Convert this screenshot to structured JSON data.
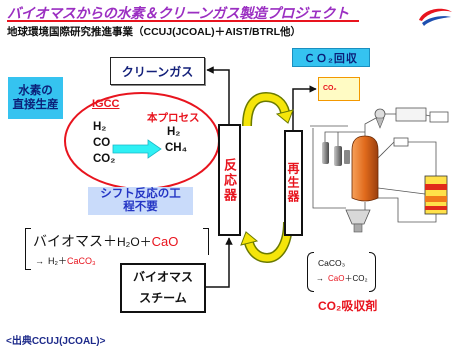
{
  "slide": {
    "title": "バイオマスからの水素＆クリーンガス製造プロジェクト",
    "subtitle": "地球環境国際研究推進事業（CCUJ(JCOAL)＋AIST/BTRL他）",
    "source": "<出典CCUJ(JCOAL)>"
  },
  "direct_production": {
    "line1": "水素の",
    "line2": "直接生産"
  },
  "clean_gas": "クリーンガス",
  "co2_recovery": "ＣＯ₂回収",
  "co2_output": "CO₂",
  "comparison": {
    "conventional": {
      "label": "IGCC",
      "products": [
        "H₂",
        "CO",
        "CO₂"
      ]
    },
    "this_process": {
      "label": "本プロセス",
      "products": [
        "H₂",
        "CH₄"
      ]
    }
  },
  "shift_note": {
    "line1": "シフト反応の工",
    "line2": "程不要"
  },
  "reactor": "反応器",
  "regenerator": "再生器",
  "reaction": {
    "reactants": {
      "biomass": "バイオマス＋",
      "water": "H₂O＋",
      "sorbent": "CaO"
    },
    "products": {
      "arrow": "→",
      "hydrogen": "H₂＋",
      "carbonate": "CaCO₃"
    }
  },
  "feed": {
    "line1": "バイオマス",
    "line2": "スチーム"
  },
  "regeneration": {
    "reactant": "CaCO₃",
    "arrow": "→",
    "sorbent": "CaO",
    "co2": "＋CO₂",
    "caption": "CO₂吸収剤"
  },
  "colors": {
    "title": "#9b2fc2",
    "accent_red": "#e8141e",
    "cyan_box": "#35c3f0",
    "navy_text": "#0b1f78",
    "circulation_yellow": "#f5e50a",
    "conversion_arrow": "#2ff0f4"
  },
  "icons": {
    "logo": "logo-icon"
  }
}
